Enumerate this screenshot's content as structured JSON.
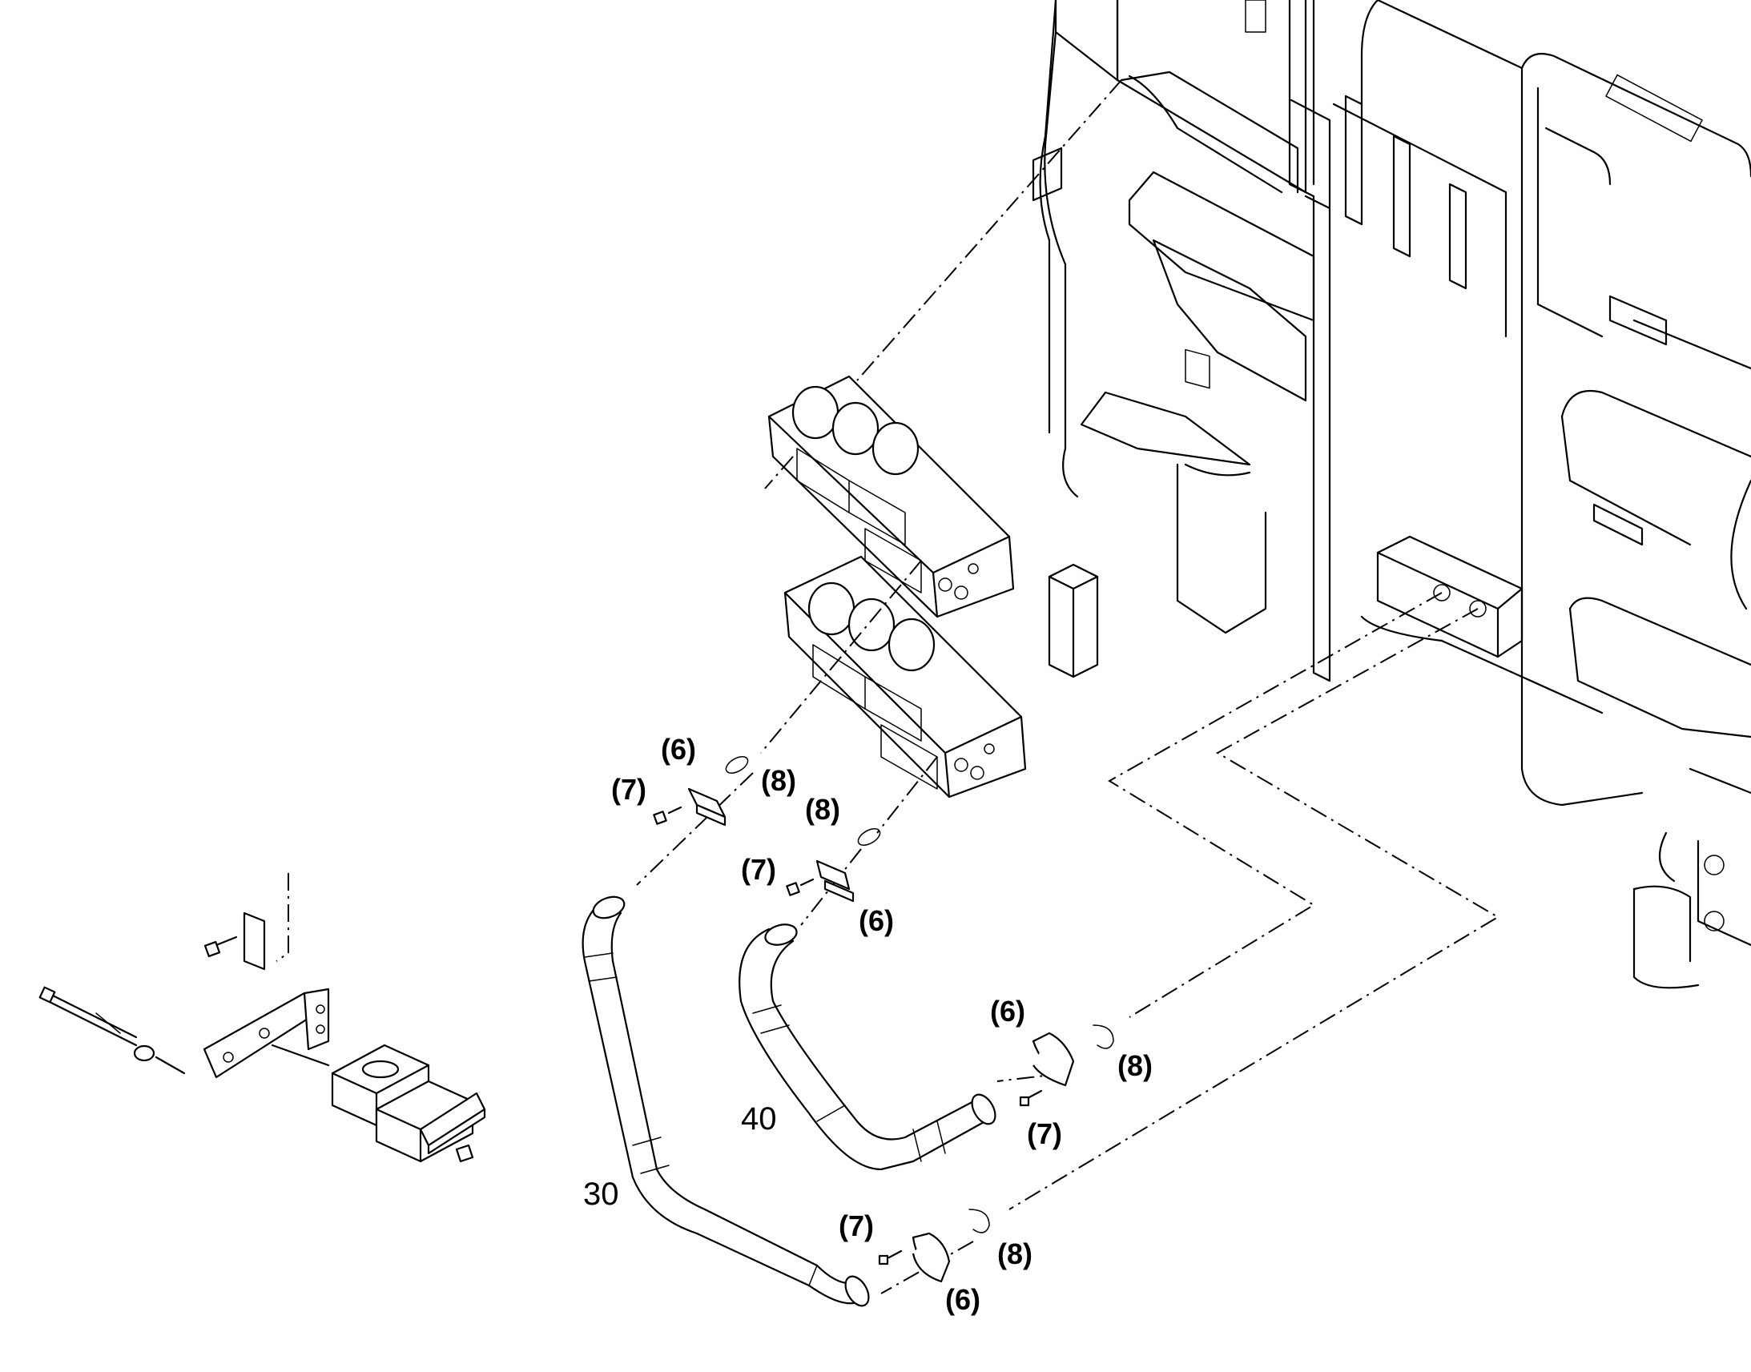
{
  "callouts": {
    "part_6": "(6)",
    "part_7": "(7)",
    "part_8": "(8)"
  },
  "item_numbers": {
    "hose_30": "30",
    "hose_40": "40"
  }
}
